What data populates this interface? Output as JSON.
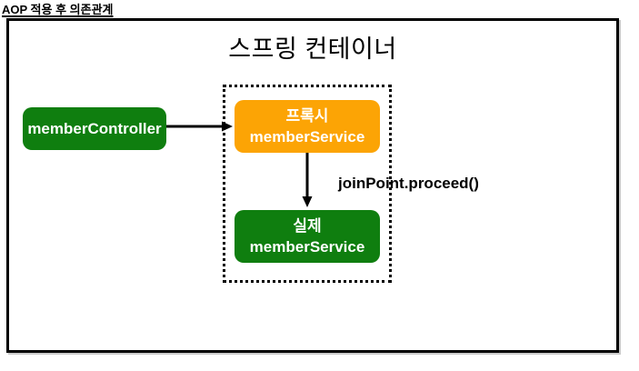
{
  "page": {
    "header_label": "AOP 적용 후 의존관계"
  },
  "spring_container": {
    "title": "스프링 컨테이너"
  },
  "nodes": {
    "member_controller": {
      "label": "memberController"
    },
    "proxy_member_service": {
      "line1": "프록시",
      "line2": "memberService"
    },
    "actual_member_service": {
      "line1": "실제",
      "line2": "memberService"
    }
  },
  "edges": {
    "proxy_to_actual": {
      "label": "joinPoint.proceed()"
    }
  },
  "colors": {
    "node_green": "#0F7E0F",
    "node_orange": "#FCA405",
    "line_black": "#000000",
    "shadow_gray": "#C9C9C9"
  }
}
